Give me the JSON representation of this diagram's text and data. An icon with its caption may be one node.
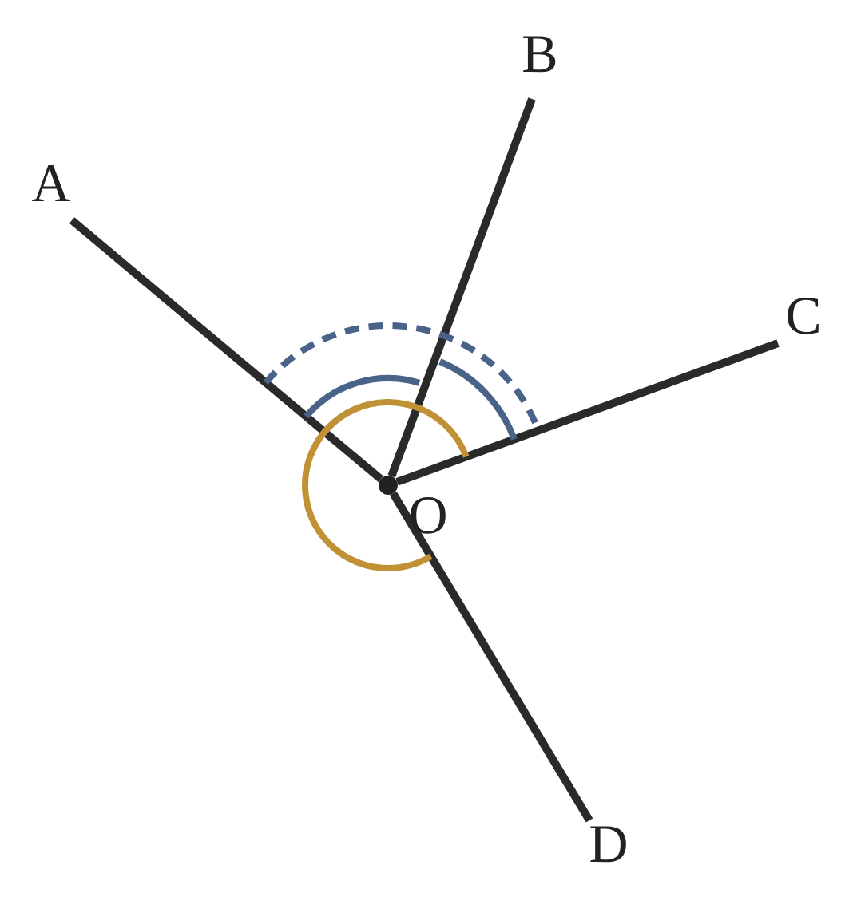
{
  "diagram": {
    "nodes": [
      {
        "text": [],
        "shape": "circle",
        "beside": [
          "O"
        ]
      },
      {
        "text": [
          "A"
        ]
      },
      {
        "text": [
          "B"
        ]
      },
      {
        "text": [
          "C"
        ]
      },
      {
        "text": [
          "D"
        ]
      }
    ],
    "edges": [
      {
        "from": 0,
        "to": 1,
        "arrow": "none"
      },
      {
        "from": 0,
        "to": 2,
        "arrow": "none"
      },
      {
        "from": 0,
        "to": 3,
        "arrow": "none"
      },
      {
        "from": 0,
        "to": 4,
        "arrow": "none"
      }
    ]
  }
}
